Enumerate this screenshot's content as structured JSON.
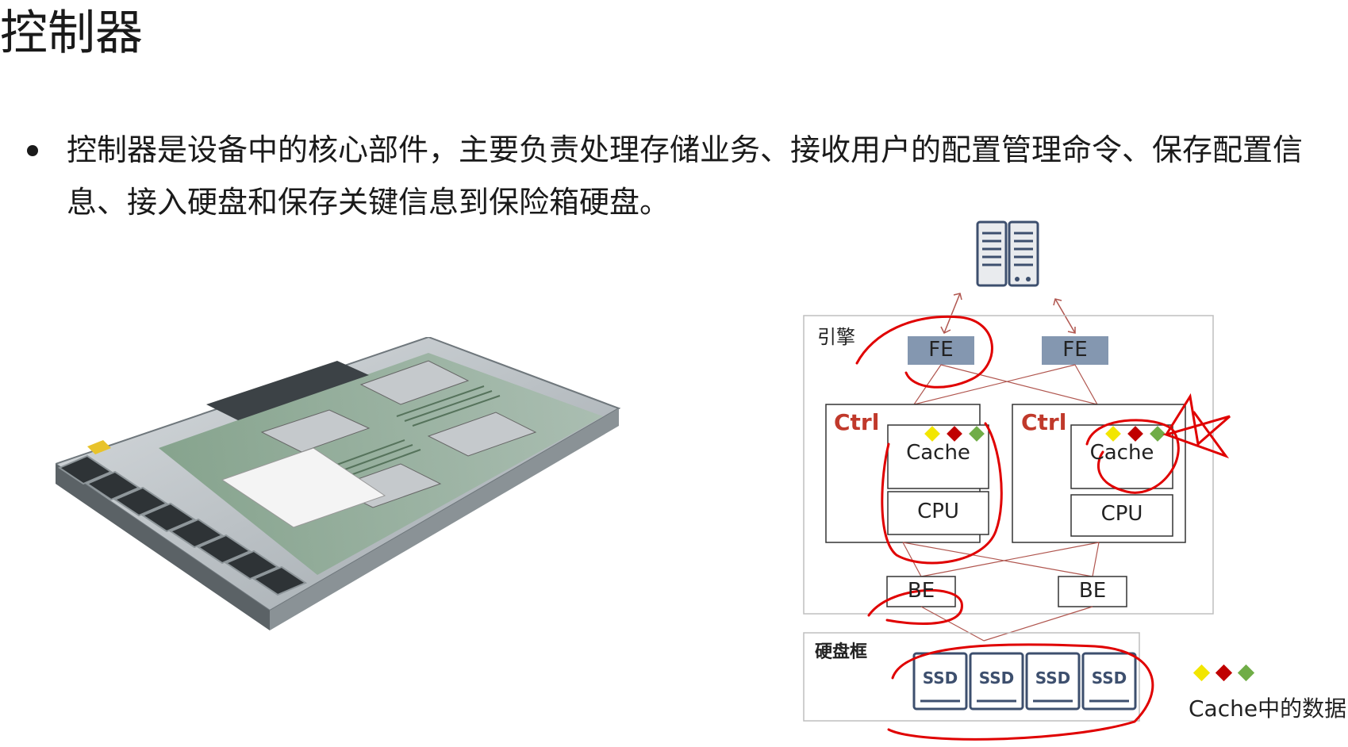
{
  "slide": {
    "title": "控制器",
    "bullet": "控制器是设备中的核心部件，主要负责处理存储业务、接收用户的配置管理命令、保存配置信息、接入硬盘和保存关键信息到保险箱硬盘。"
  },
  "diagram": {
    "engine_label": "引擎",
    "fe_labels": [
      "FE",
      "FE"
    ],
    "ctrl_labels": [
      "Ctrl",
      "Ctrl"
    ],
    "cache_labels": [
      "Cache",
      "Cache"
    ],
    "cpu_labels": [
      "CPU",
      "CPU"
    ],
    "be_labels": [
      "BE",
      "BE"
    ],
    "enclosure_label": "硬盘框",
    "ssd_labels": [
      "SSD",
      "SSD",
      "SSD",
      "SSD"
    ],
    "legend_text": "Cache中的数据",
    "colors": {
      "fe_fill": "#8497b0",
      "ctrl_text": "#c0392b",
      "connector": "#b0564f",
      "annotation": "#e00000",
      "ssd_stroke": "#3d4f6e",
      "dot_yellow": "#f2e600",
      "dot_red": "#c00000",
      "dot_green": "#70ad47"
    }
  }
}
